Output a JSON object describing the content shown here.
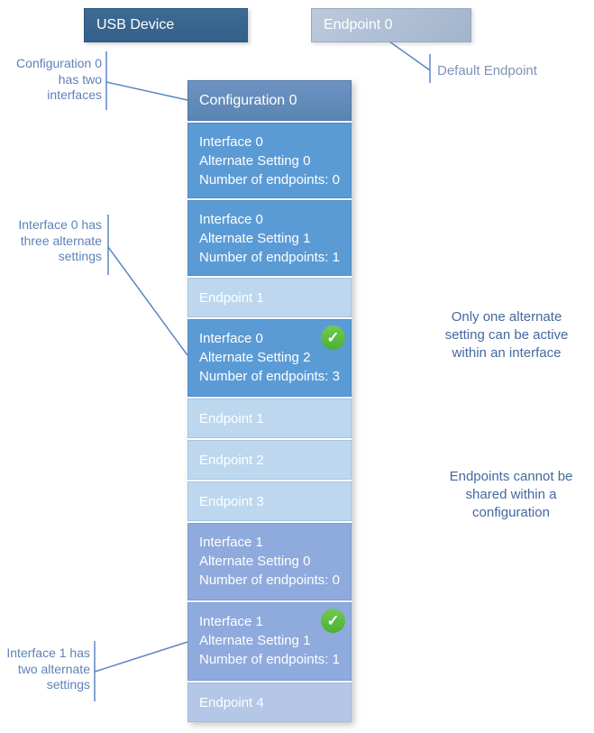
{
  "header": {
    "usb_device": "USB Device",
    "endpoint0": "Endpoint 0",
    "default_endpoint": "Default Endpoint"
  },
  "stack": {
    "configuration": {
      "label": "Configuration 0"
    },
    "iface0_alt0": {
      "lines": [
        "Interface 0",
        "Alternate Setting 0",
        "Number of endpoints: 0"
      ]
    },
    "iface0_alt1": {
      "lines": [
        "Interface 0",
        "Alternate Setting 1",
        "Number of endpoints: 1"
      ]
    },
    "endpoint1a": {
      "label": "Endpoint 1"
    },
    "iface0_alt2": {
      "lines": [
        "Interface 0",
        "Alternate Setting 2",
        "Number of endpoints: 3"
      ],
      "active": true
    },
    "endpoint1b": {
      "label": "Endpoint 1"
    },
    "endpoint2": {
      "label": "Endpoint 2"
    },
    "endpoint3": {
      "label": "Endpoint 3"
    },
    "iface1_alt0": {
      "lines": [
        "Interface 1",
        "Alternate Setting 0",
        "Number of endpoints: 0"
      ]
    },
    "iface1_alt1": {
      "lines": [
        "Interface 1",
        "Alternate Setting 1",
        "Number of endpoints: 1"
      ],
      "active": true
    },
    "endpoint4": {
      "label": "Endpoint 4"
    }
  },
  "annotations": {
    "config0": {
      "lines": [
        "Configuration 0",
        "has two",
        "interfaces"
      ]
    },
    "iface0": {
      "lines": [
        "Interface 0 has",
        "three alternate",
        "settings"
      ]
    },
    "iface1": {
      "lines": [
        "Interface 1 has",
        "two alternate",
        "settings"
      ]
    },
    "alt_active": {
      "lines": [
        "Only one alternate",
        "setting can be active",
        "within an interface"
      ]
    },
    "endpoints_shared": {
      "lines": [
        "Endpoints cannot be",
        "shared within a",
        "configuration"
      ]
    }
  },
  "icons": {
    "active_check": "✓"
  },
  "colors": {
    "usb_device_bg": "#37658f",
    "endpoint0_bg": "#aebccf",
    "configuration_bg": "#6089b8",
    "interface0_bg": "#5b9bd5",
    "endpoint_light_bg": "#bdd7ee",
    "interface1_bg": "#8faadc",
    "endpoint4_bg": "#b4c7e7",
    "check_green": "#57bb3f",
    "connector_line": "#5b87c5",
    "annotation_left_text": "#5d82b8",
    "annotation_right_text": "#44689e"
  }
}
